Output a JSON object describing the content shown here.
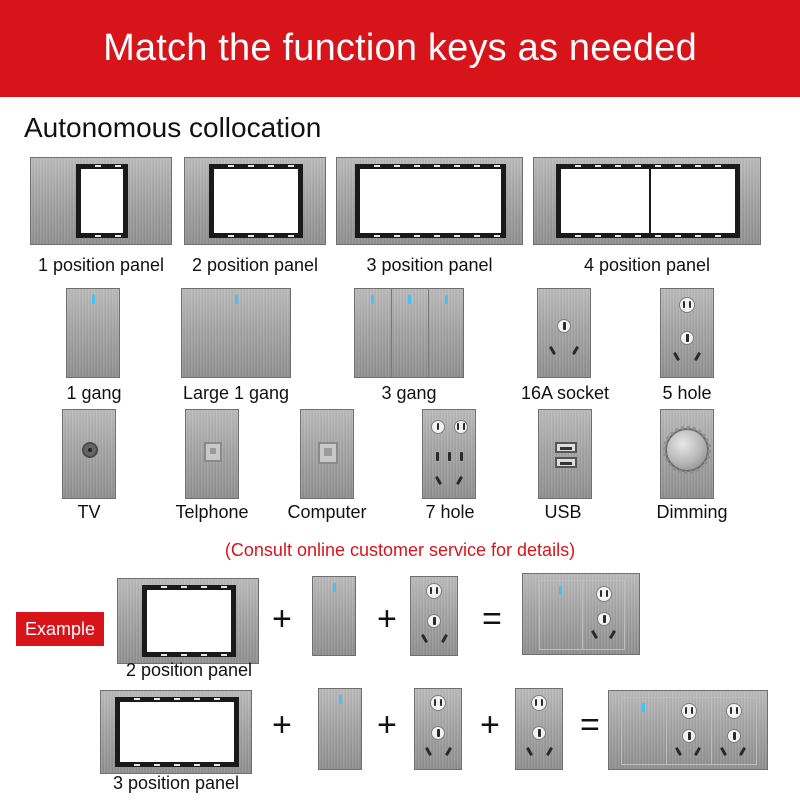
{
  "banner": {
    "title": "Match the function keys as needed"
  },
  "section": {
    "title": "Autonomous collocation"
  },
  "panels": [
    {
      "label": "1 position panel"
    },
    {
      "label": "2 position panel"
    },
    {
      "label": "3 position panel"
    },
    {
      "label": "4 position panel"
    }
  ],
  "modules_row1": [
    {
      "label": "1 gang",
      "icon": "switch-1-gang-icon"
    },
    {
      "label": "Large 1 gang",
      "icon": "switch-large-1-gang-icon"
    },
    {
      "label": "3 gang",
      "icon": "switch-3-gang-icon"
    },
    {
      "label": "16A socket",
      "icon": "socket-16a-icon"
    },
    {
      "label": "5 hole",
      "icon": "socket-5-hole-icon"
    }
  ],
  "modules_row2": [
    {
      "label": "TV",
      "icon": "tv-jack-icon"
    },
    {
      "label": "Telphone",
      "icon": "telephone-jack-icon"
    },
    {
      "label": "Computer",
      "icon": "computer-jack-icon"
    },
    {
      "label": "7 hole",
      "icon": "socket-7-hole-icon"
    },
    {
      "label": "USB",
      "icon": "usb-icon"
    },
    {
      "label": "Dimming",
      "icon": "dimmer-knob-icon"
    }
  ],
  "note": {
    "text": "(Consult online customer service for details)"
  },
  "example": {
    "badge": "Example",
    "row1_panel_label": "2 position panel",
    "row2_panel_label": "3 position panel",
    "plus": "+",
    "equals": "="
  },
  "colors": {
    "accent": "#d8141b",
    "led": "#3fc3ff",
    "panel_metal": "#a4a4a4"
  }
}
